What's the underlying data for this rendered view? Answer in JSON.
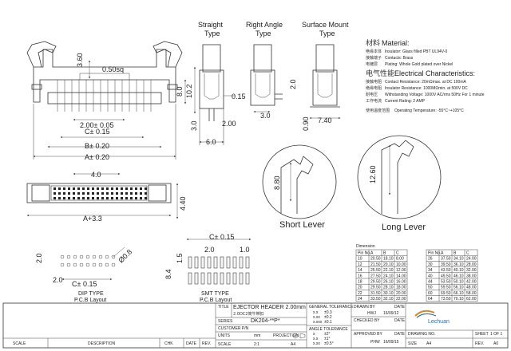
{
  "views": {
    "straight": [
      "Straight",
      "Type"
    ],
    "right_angle": [
      "Right Angle",
      "Type"
    ],
    "surface_mount": [
      "Surface Mount",
      "Type"
    ]
  },
  "material": {
    "heading_cn": "材料",
    "heading_en": "Material:",
    "lines": [
      {
        "cn": "绝缘本体",
        "en": "Insulator: Glass filled PBT UL94V-0"
      },
      {
        "cn": "接触端子",
        "en": "Contacts: Brass"
      },
      {
        "cn": "电镀层",
        "en": "Plating: Whole Gold plated over Nickel"
      }
    ]
  },
  "electrical": {
    "heading_cn": "电气性能",
    "heading_en": "Electrical Characteristics:",
    "lines": [
      {
        "cn": "接触电阻",
        "en": "Contact Resistance: 20mΩmax. at DC 100mA"
      },
      {
        "cn": "绝缘电阻",
        "en": "Insulator Resistance: 1000MΩmin. at 500V DC"
      },
      {
        "cn": "耐电压",
        "en": "Withstanding Voltage: 1000V AC/rms 50Hz For 1 minute"
      },
      {
        "cn": "工作电流",
        "en": "Current Rating: 2 AMP"
      }
    ],
    "temp_cn": "使用温度范围",
    "temp_en": "Operating Temperature: -55°C~+105°C"
  },
  "dims": {
    "d360": "3.60",
    "d050sq": "0.50sq",
    "d80": "8.0",
    "d102": "10.2",
    "d200pm": "2.00± 0.05",
    "cpm": "C± 0.15",
    "bpm": "B± 0.20",
    "apm": "A± 0.20",
    "d015": "0.15",
    "d30": "3.0",
    "d200": "2.00",
    "d60": "6.0",
    "d20": "2.0",
    "d30b": "3.0",
    "d090": "0.90",
    "d740": "7.40",
    "d40": "4.0",
    "d440": "4.40",
    "a33": "A+3.3",
    "d880": "8.80",
    "d1260": "12.60",
    "phi08": "Ø0.8",
    "dip20a": "2.0",
    "dip20b": "2.0",
    "dipc": "C± 0.15",
    "smtc": "C± 0.15",
    "smt20": "2.0",
    "smt10": "1.0",
    "smt15": "1.5",
    "smt84": "8.4"
  },
  "lever": {
    "short": "Short Lever",
    "long": "Long Lever"
  },
  "layouts": {
    "dip": [
      "DIP TYPE",
      "P.C.B Layout"
    ],
    "smt": [
      "SMT TYPE",
      "P.C.B Layout"
    ]
  },
  "dim_table": {
    "caption": "Dimension",
    "headers": [
      "Pin No.",
      "A",
      "B",
      "C"
    ],
    "left": [
      [
        "10",
        "20.50",
        "18.10",
        "8.00"
      ],
      [
        "12",
        "21.50",
        "20.10",
        "10.00"
      ],
      [
        "14",
        "25.50",
        "22.10",
        "12.00"
      ],
      [
        "16",
        "27.50",
        "24.10",
        "14.00"
      ],
      [
        "18",
        "29.50",
        "26.10",
        "16.00"
      ],
      [
        "20",
        "29.50",
        "28.10",
        "18.00"
      ],
      [
        "22",
        "31.50",
        "30.10",
        "20.00"
      ],
      [
        "24",
        "33.50",
        "32.10",
        "22.00"
      ]
    ],
    "right": [
      [
        "26",
        "37.50",
        "34.10",
        "24.00"
      ],
      [
        "30",
        "39.50",
        "36.10",
        "28.00"
      ],
      [
        "34",
        "43.50",
        "40.10",
        "32.00"
      ],
      [
        "40",
        "49.50",
        "46.10",
        "38.00"
      ],
      [
        "44",
        "53.50",
        "50.10",
        "42.00"
      ],
      [
        "50",
        "59.50",
        "56.10",
        "48.00"
      ],
      [
        "60",
        "69.50",
        "66.10",
        "58.00"
      ],
      [
        "64",
        "73.50",
        "70.10",
        "62.00"
      ]
    ]
  },
  "title_block": {
    "title_label": "TITLE",
    "title_value": "EJECTOR HEADER 2.00mm",
    "title_cn": "2.0DC2简牛带扣",
    "series_label": "SERIES",
    "series_value": "DK204-**P*",
    "customer_label": "CUSTOMER P/N",
    "units_label": "UNITS",
    "units_value": "mm",
    "projection_label": "PROJECTION",
    "scale_label": "SCALE",
    "scale_value": "2:1",
    "sheet_size": "A4",
    "tol_label": "GENERAL TOLERANCE",
    "tol_rows": [
      [
        "x.x",
        "±0.3"
      ],
      [
        "x.xx",
        "±0.2"
      ],
      [
        "x.xxx",
        "±0.1"
      ]
    ],
    "ang_label": "ANGLE TOLERANCE",
    "ang_rows": [
      [
        "x",
        "±2°"
      ],
      [
        "x.x",
        "±1°"
      ],
      [
        "x.xx",
        "±0.5°"
      ]
    ],
    "drawn_by": "DRAWN BY",
    "drawn_name": "HWJ",
    "drawn_date": "16/09/12",
    "checked_by": "CHECKED BY",
    "approved_by": "APPROVED BY",
    "approved_name": "PHW",
    "approved_date": "16/09/15",
    "date_label": "DATE",
    "company": "Lechuan",
    "drawing_no": "DRAWING NO.",
    "sheet_label": "SHEET",
    "sheet_value": "1 OF 1",
    "rev_label": "REV.",
    "rev_value": "A0",
    "size_label": "SIZE",
    "rev_row": [
      "SCALE",
      "DESCRIPTION",
      "CHK",
      "DATE",
      "REV."
    ]
  }
}
